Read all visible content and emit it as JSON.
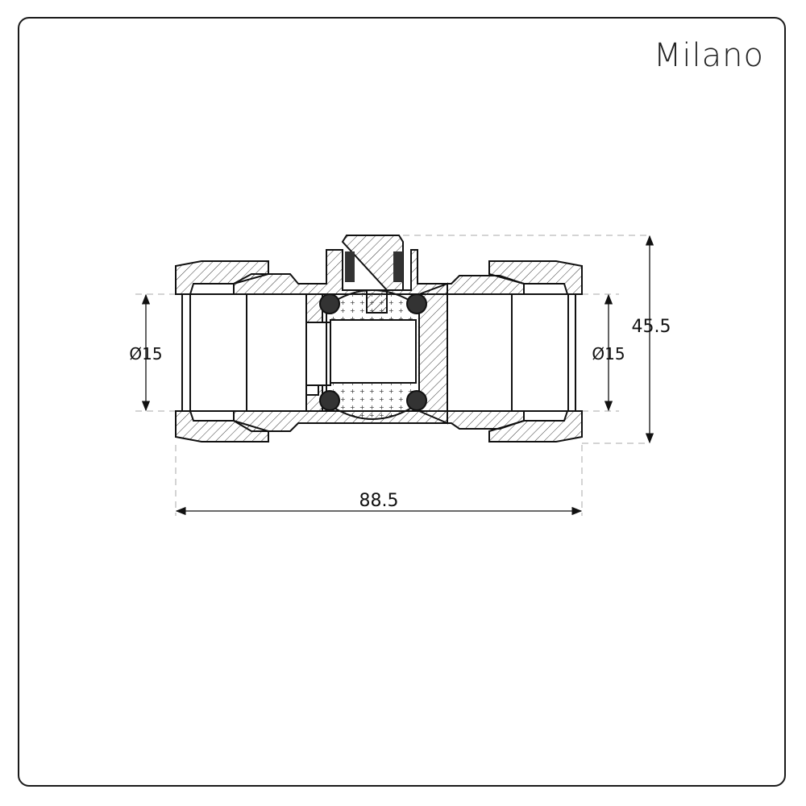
{
  "brand": "Milano",
  "dimensions": {
    "overall_length": "88.5",
    "overall_height": "45.5",
    "left_diameter": "Ø15",
    "right_diameter": "Ø15"
  },
  "colors": {
    "line": "#111111",
    "seal": "#333333",
    "dash": "#aaaaaa"
  }
}
